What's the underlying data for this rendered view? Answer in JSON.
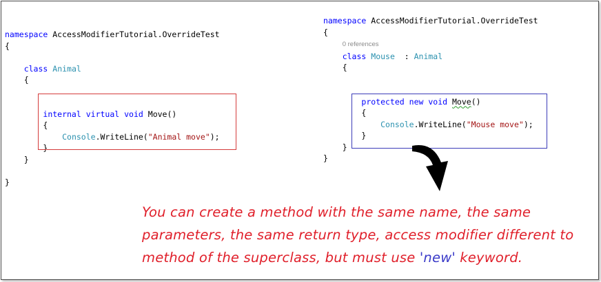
{
  "left_code": {
    "namespace_kw": "namespace",
    "namespace_name": "AccessModifierTutorial.OverrideTest",
    "open_ns": "{",
    "class_kw": "class",
    "class_name": "Animal",
    "open_class": "{",
    "method_kw1": "internal",
    "method_kw2": "virtual",
    "method_kw3": "void",
    "method_name": "Move()",
    "open_method": "{",
    "call_type": "Console",
    "call_method": ".WriteLine(",
    "call_string": "\"Animal move\"",
    "call_end": ");",
    "close_method": "}",
    "close_class": "}",
    "close_ns": "}"
  },
  "right_code": {
    "namespace_kw": "namespace",
    "namespace_name": "AccessModifierTutorial.OverrideTest",
    "open_ns": "{",
    "references": "0 references",
    "class_kw": "class",
    "class_name": "Mouse",
    "base_sep": "  : ",
    "base_name": "Animal",
    "open_class": "{",
    "method_kw1": "protected",
    "method_kw2": "new",
    "method_kw3": "void",
    "method_name": "Move",
    "method_parens": "()",
    "open_method": "{",
    "call_type": "Console",
    "call_method": ".WriteLine(",
    "call_string": "\"Mouse move\"",
    "call_end": ");",
    "close_method": "}",
    "close_class": "}",
    "close_ns": "}"
  },
  "note": {
    "part1": "You can create a method with the same name, the same parameters, the same return type, access modifier different to method of the superclass, but must use ",
    "keyword": "'new'",
    "part2": " keyword."
  },
  "colors": {
    "keyword": "#0000ff",
    "type": "#2b91af",
    "string": "#a31515",
    "note_text": "#e0202b",
    "left_box": "#d43a3a",
    "right_box": "#3a3ab8"
  }
}
